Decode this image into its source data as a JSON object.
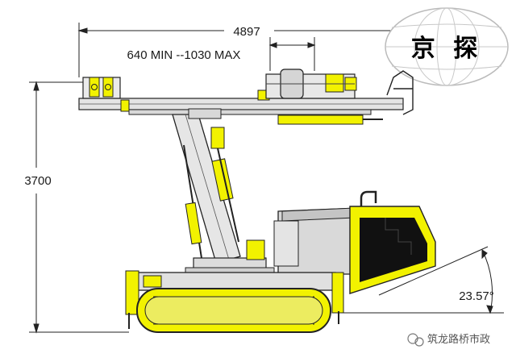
{
  "dimensions": {
    "overall_length": "4897",
    "feed_range": "640 MIN --1030 MAX",
    "height": "3700",
    "angle": "23.57°"
  },
  "logo": {
    "text": "京 探"
  },
  "watermark": {
    "text": "筑龙路桥市政"
  },
  "colors": {
    "yellow": "#f2f200",
    "outline": "#222222",
    "grey": "#cfcfcf",
    "dark": "#111111"
  }
}
